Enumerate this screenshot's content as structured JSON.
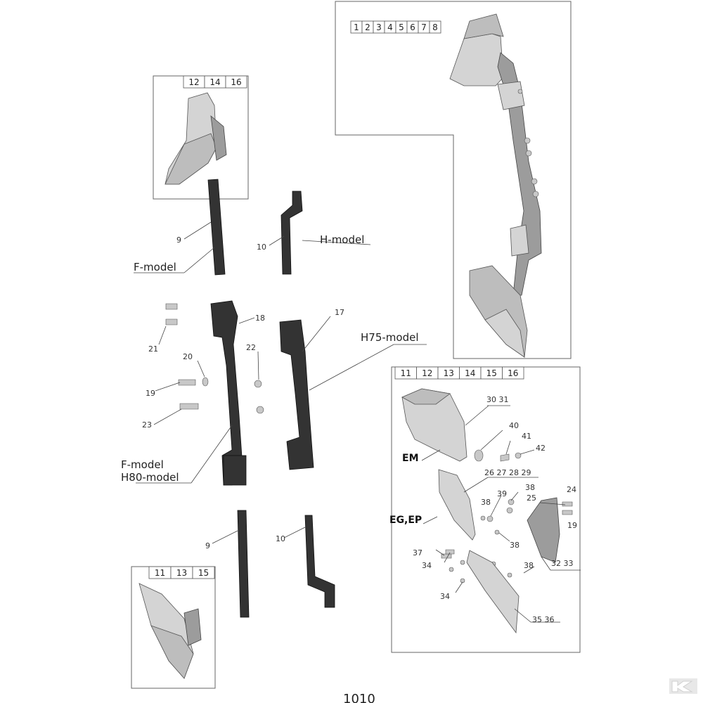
{
  "headers": {
    "top_right": [
      "1",
      "2",
      "3",
      "4",
      "5",
      "6",
      "7",
      "8"
    ],
    "top_left": [
      "12",
      "14",
      "16"
    ],
    "bottom_left": [
      "11",
      "13",
      "15"
    ],
    "right_mid": [
      "11",
      "12",
      "13",
      "14",
      "15",
      "16"
    ]
  },
  "models": {
    "h_model": "H-model",
    "f_model": "F-model",
    "h75_model": "H75-model",
    "f_model_2": "F-model",
    "h80_model": "H80-model",
    "em": "EM",
    "eg_ep": "EG,EP"
  },
  "parts": {
    "p9a": "9",
    "p10a": "10",
    "p18": "18",
    "p17": "17",
    "p21": "21",
    "p20": "20",
    "p22": "22",
    "p19a": "19",
    "p23": "23",
    "p9b": "9",
    "p10b": "10",
    "p30_31": "30 31",
    "p40": "40",
    "p41": "41",
    "p42": "42",
    "p26_29": "26 27 28 29",
    "p38a": "38",
    "p39": "39",
    "p38b": "38",
    "p25": "25",
    "p24": "24",
    "p19b": "19",
    "p38c": "38",
    "p37": "37",
    "p34a": "34",
    "p38d": "38",
    "p32_33": "32 33",
    "p34b": "34",
    "p35_36": "35 36"
  },
  "page_number": "1010",
  "brand_mark": "K"
}
